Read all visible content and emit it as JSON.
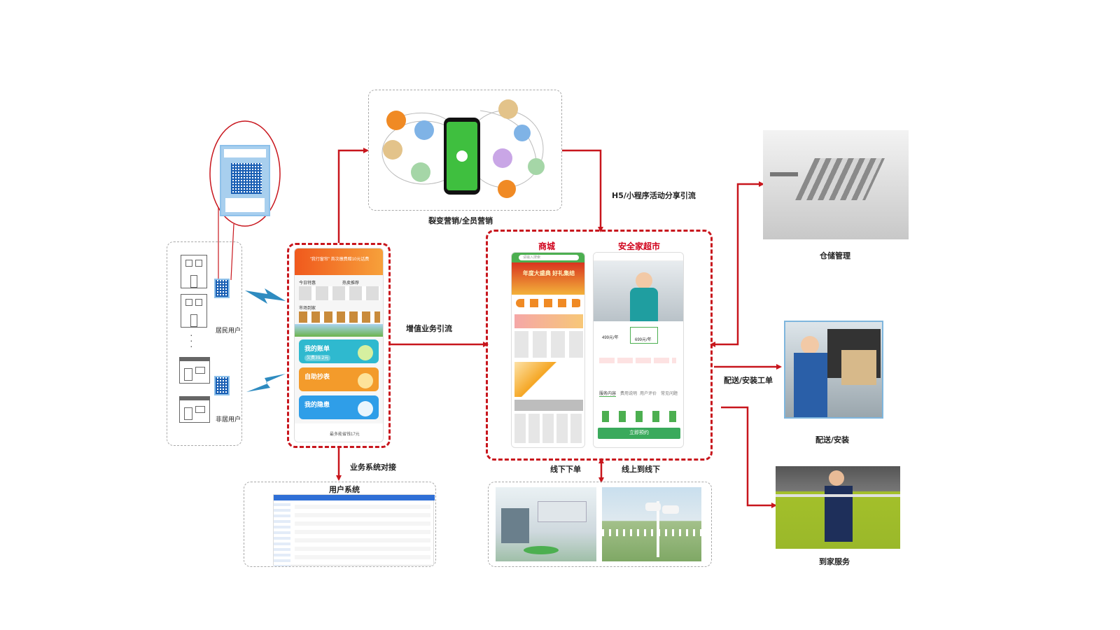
{
  "labels": {
    "fission": "裂变营销/全员营销",
    "h5_share": "H5/小程序活动分享引流",
    "value_added": "增值业务引流",
    "system_dock": "业务系统对接",
    "user_system": "用户系统",
    "offline_order": "线下下单",
    "online_offline": "线上到线下",
    "warehouse": "仓储管理",
    "delivery_order": "配送/安装工单",
    "delivery": "配送/安装",
    "home_service": "到家服务",
    "residential": "居民用户",
    "non_residential": "非居用户",
    "mall": "商城",
    "safe_home": "安全家超市"
  },
  "app": {
    "banner": "\"我行窗帘\" 首次缴费赠10元话费",
    "row_today": "今日特惠",
    "row_hot": "热卖推荐",
    "row_fresh": "市场到家",
    "card_bill": "我的账单",
    "card_bill_tag": "欠费39.2元",
    "card_read": "自助抄表",
    "card_risk": "我的隐患",
    "footer": "最多能省钱17元"
  },
  "mall": {
    "search_placeholder": "请输入搜索",
    "banner": "年度大盛典 好礼集结"
  },
  "safe_home": {
    "title": "安全家超市",
    "price_1": "499元/年",
    "price_2": "699元/年",
    "tab_1": "服务内容",
    "tab_2": "费用说明",
    "tab_3": "用户评价",
    "tab_4": "常见问题",
    "cta": "立即预约"
  },
  "colors": {
    "red": "#c8161d",
    "arrow": "#c8161d",
    "blue_bolt": "#2e8bc0",
    "orange": "#f08a24",
    "green": "#4caf50",
    "blue": "#2f9ee8"
  }
}
